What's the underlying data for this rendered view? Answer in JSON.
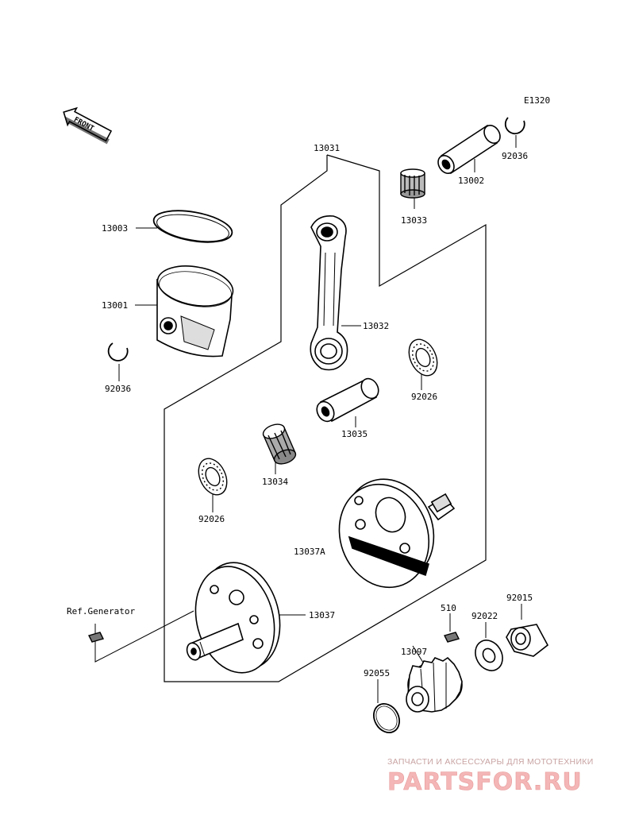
{
  "diagram_code": "E1320",
  "front_label": "FRONT",
  "part_labels": {
    "p13031": "13031",
    "p13002": "13002",
    "p92036_top": "92036",
    "p13033": "13033",
    "p13003": "13003",
    "p13001": "13001",
    "p92036_left": "92036",
    "p13032": "13032",
    "p92026_right": "92026",
    "p13035": "13035",
    "p13034": "13034",
    "p92026_left": "92026",
    "p13037A": "13037A",
    "p13037": "13037",
    "ref_generator": "Ref.Generator",
    "p510": "510",
    "p92022": "92022",
    "p92015": "92015",
    "p13097": "13097",
    "p92055": "92055"
  },
  "watermark": {
    "tagline": "ЗАПЧАСТИ И АКСЕССУАРЫ ДЛЯ МОТОТЕХНИКИ",
    "logo": "PARTSFOR.RU"
  }
}
